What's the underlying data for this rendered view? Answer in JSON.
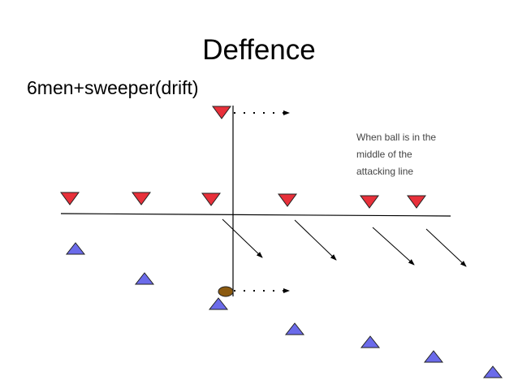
{
  "slide": {
    "title": "Deffence",
    "subtitle": "6men+sweeper(drift)",
    "note_lines": [
      "When ball is in the",
      "middle of the",
      "attacking line"
    ]
  },
  "colors": {
    "defender_fill": "#e8303a",
    "attacker_fill": "#6b6bea",
    "ball_fill": "#8b5a10",
    "line": "#000000"
  },
  "icons": {
    "defender": "red-down-triangle",
    "attacker": "blue-up-triangle",
    "ball": "brown-oval-ball"
  }
}
